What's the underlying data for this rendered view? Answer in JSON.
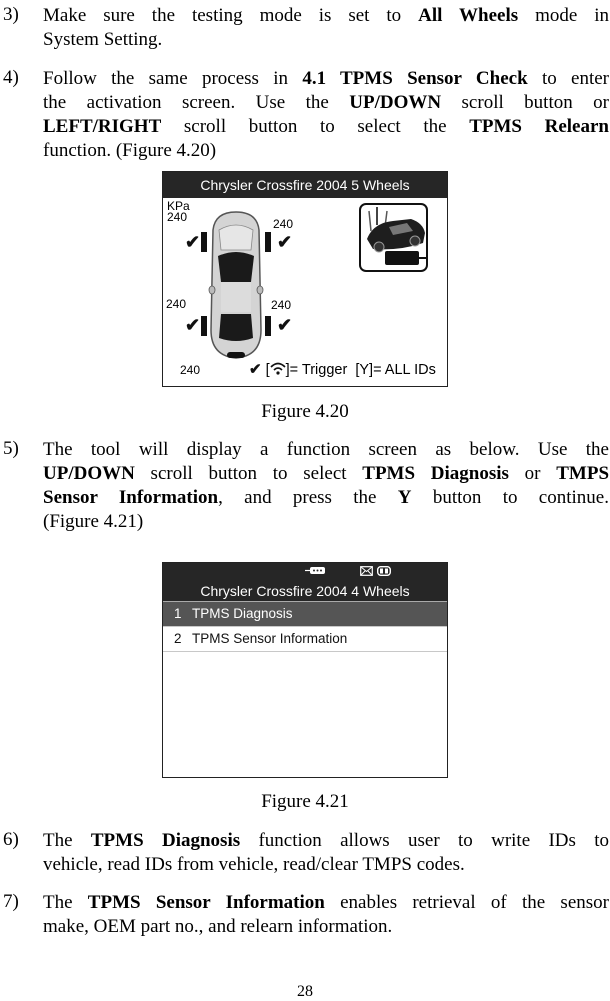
{
  "steps": [
    {
      "number": "3)",
      "lines": [
        [
          {
            "t": "Make sure the testing mode is set to "
          },
          {
            "t": "All Wheels",
            "b": true
          },
          {
            "t": " mode in"
          }
        ],
        [
          {
            "t": "System Setting."
          }
        ]
      ]
    },
    {
      "number": "4)",
      "lines": [
        [
          {
            "t": "Follow the same process in "
          },
          {
            "t": "4.1 TPMS Sensor Check",
            "b": true
          },
          {
            "t": " to enter"
          }
        ],
        [
          {
            "t": "the activation screen. Use the "
          },
          {
            "t": "UP/DOWN",
            "b": true
          },
          {
            "t": " scroll button or"
          }
        ],
        [
          {
            "t": "LEFT/RIGHT",
            "b": true
          },
          {
            "t": " scroll button to select the "
          },
          {
            "t": "TPMS Relearn",
            "b": true
          }
        ],
        [
          {
            "t": "function. (Figure 4.20)"
          }
        ]
      ]
    },
    {
      "number": "5)",
      "lines": [
        [
          {
            "t": "The tool will display a function screen as below. Use the"
          }
        ],
        [
          {
            "t": "UP/DOWN",
            "b": true
          },
          {
            "t": " scroll button to select "
          },
          {
            "t": "TPMS Diagnosis",
            "b": true
          },
          {
            "t": " or "
          },
          {
            "t": "TMPS",
            "b": true
          }
        ],
        [
          {
            "t": "Sensor Information",
            "b": true
          },
          {
            "t": ", and press the "
          },
          {
            "t": "Y",
            "b": true
          },
          {
            "t": " button to continue."
          }
        ],
        [
          {
            "t": "(Figure 4.21)"
          }
        ]
      ]
    },
    {
      "number": "6)",
      "lines": [
        [
          {
            "t": "The "
          },
          {
            "t": "TPMS Diagnosis",
            "b": true
          },
          {
            "t": " function allows user to write IDs to"
          }
        ],
        [
          {
            "t": "vehicle, read IDs from vehicle, read/clear TMPS codes."
          }
        ]
      ]
    },
    {
      "number": "7)",
      "lines": [
        [
          {
            "t": "The "
          },
          {
            "t": "TPMS Sensor Information",
            "b": true
          },
          {
            "t": " enables retrieval of the sensor"
          }
        ],
        [
          {
            "t": "make, OEM part no., and relearn information."
          }
        ]
      ]
    }
  ],
  "figure_4_20": {
    "caption": "Figure 4.20",
    "title": "Chrysler Crossfire 2004 5 Wheels",
    "unit": "KPa",
    "pressures": {
      "front_left": "240",
      "front_right": "240",
      "rear_left": "240",
      "rear_right": "240",
      "spare": "240"
    },
    "check_mark": "✔",
    "legend_trigger": "]= Trigger",
    "legend_trigger_open": "[",
    "legend_all_ids": "[Y]= ALL IDs",
    "icons": [
      "car-top-view-icon",
      "obd-connector-car-icon",
      "wireless-trigger-icon",
      "check-icon"
    ]
  },
  "figure_4_21": {
    "caption": "Figure 4.21",
    "title": "Chrysler Crossfire 2004 4 Wheels",
    "status_icons": [
      "obd-connector-icon",
      "message-icon",
      "battery-icon"
    ],
    "menu": [
      {
        "index": "1",
        "label": "TPMS Diagnosis",
        "selected": true
      },
      {
        "index": "2",
        "label": "TPMS Sensor Information",
        "selected": false
      }
    ]
  },
  "page_number": "28",
  "colors": {
    "screen_titlebar": "#262626",
    "menu_selected": "#555555"
  }
}
